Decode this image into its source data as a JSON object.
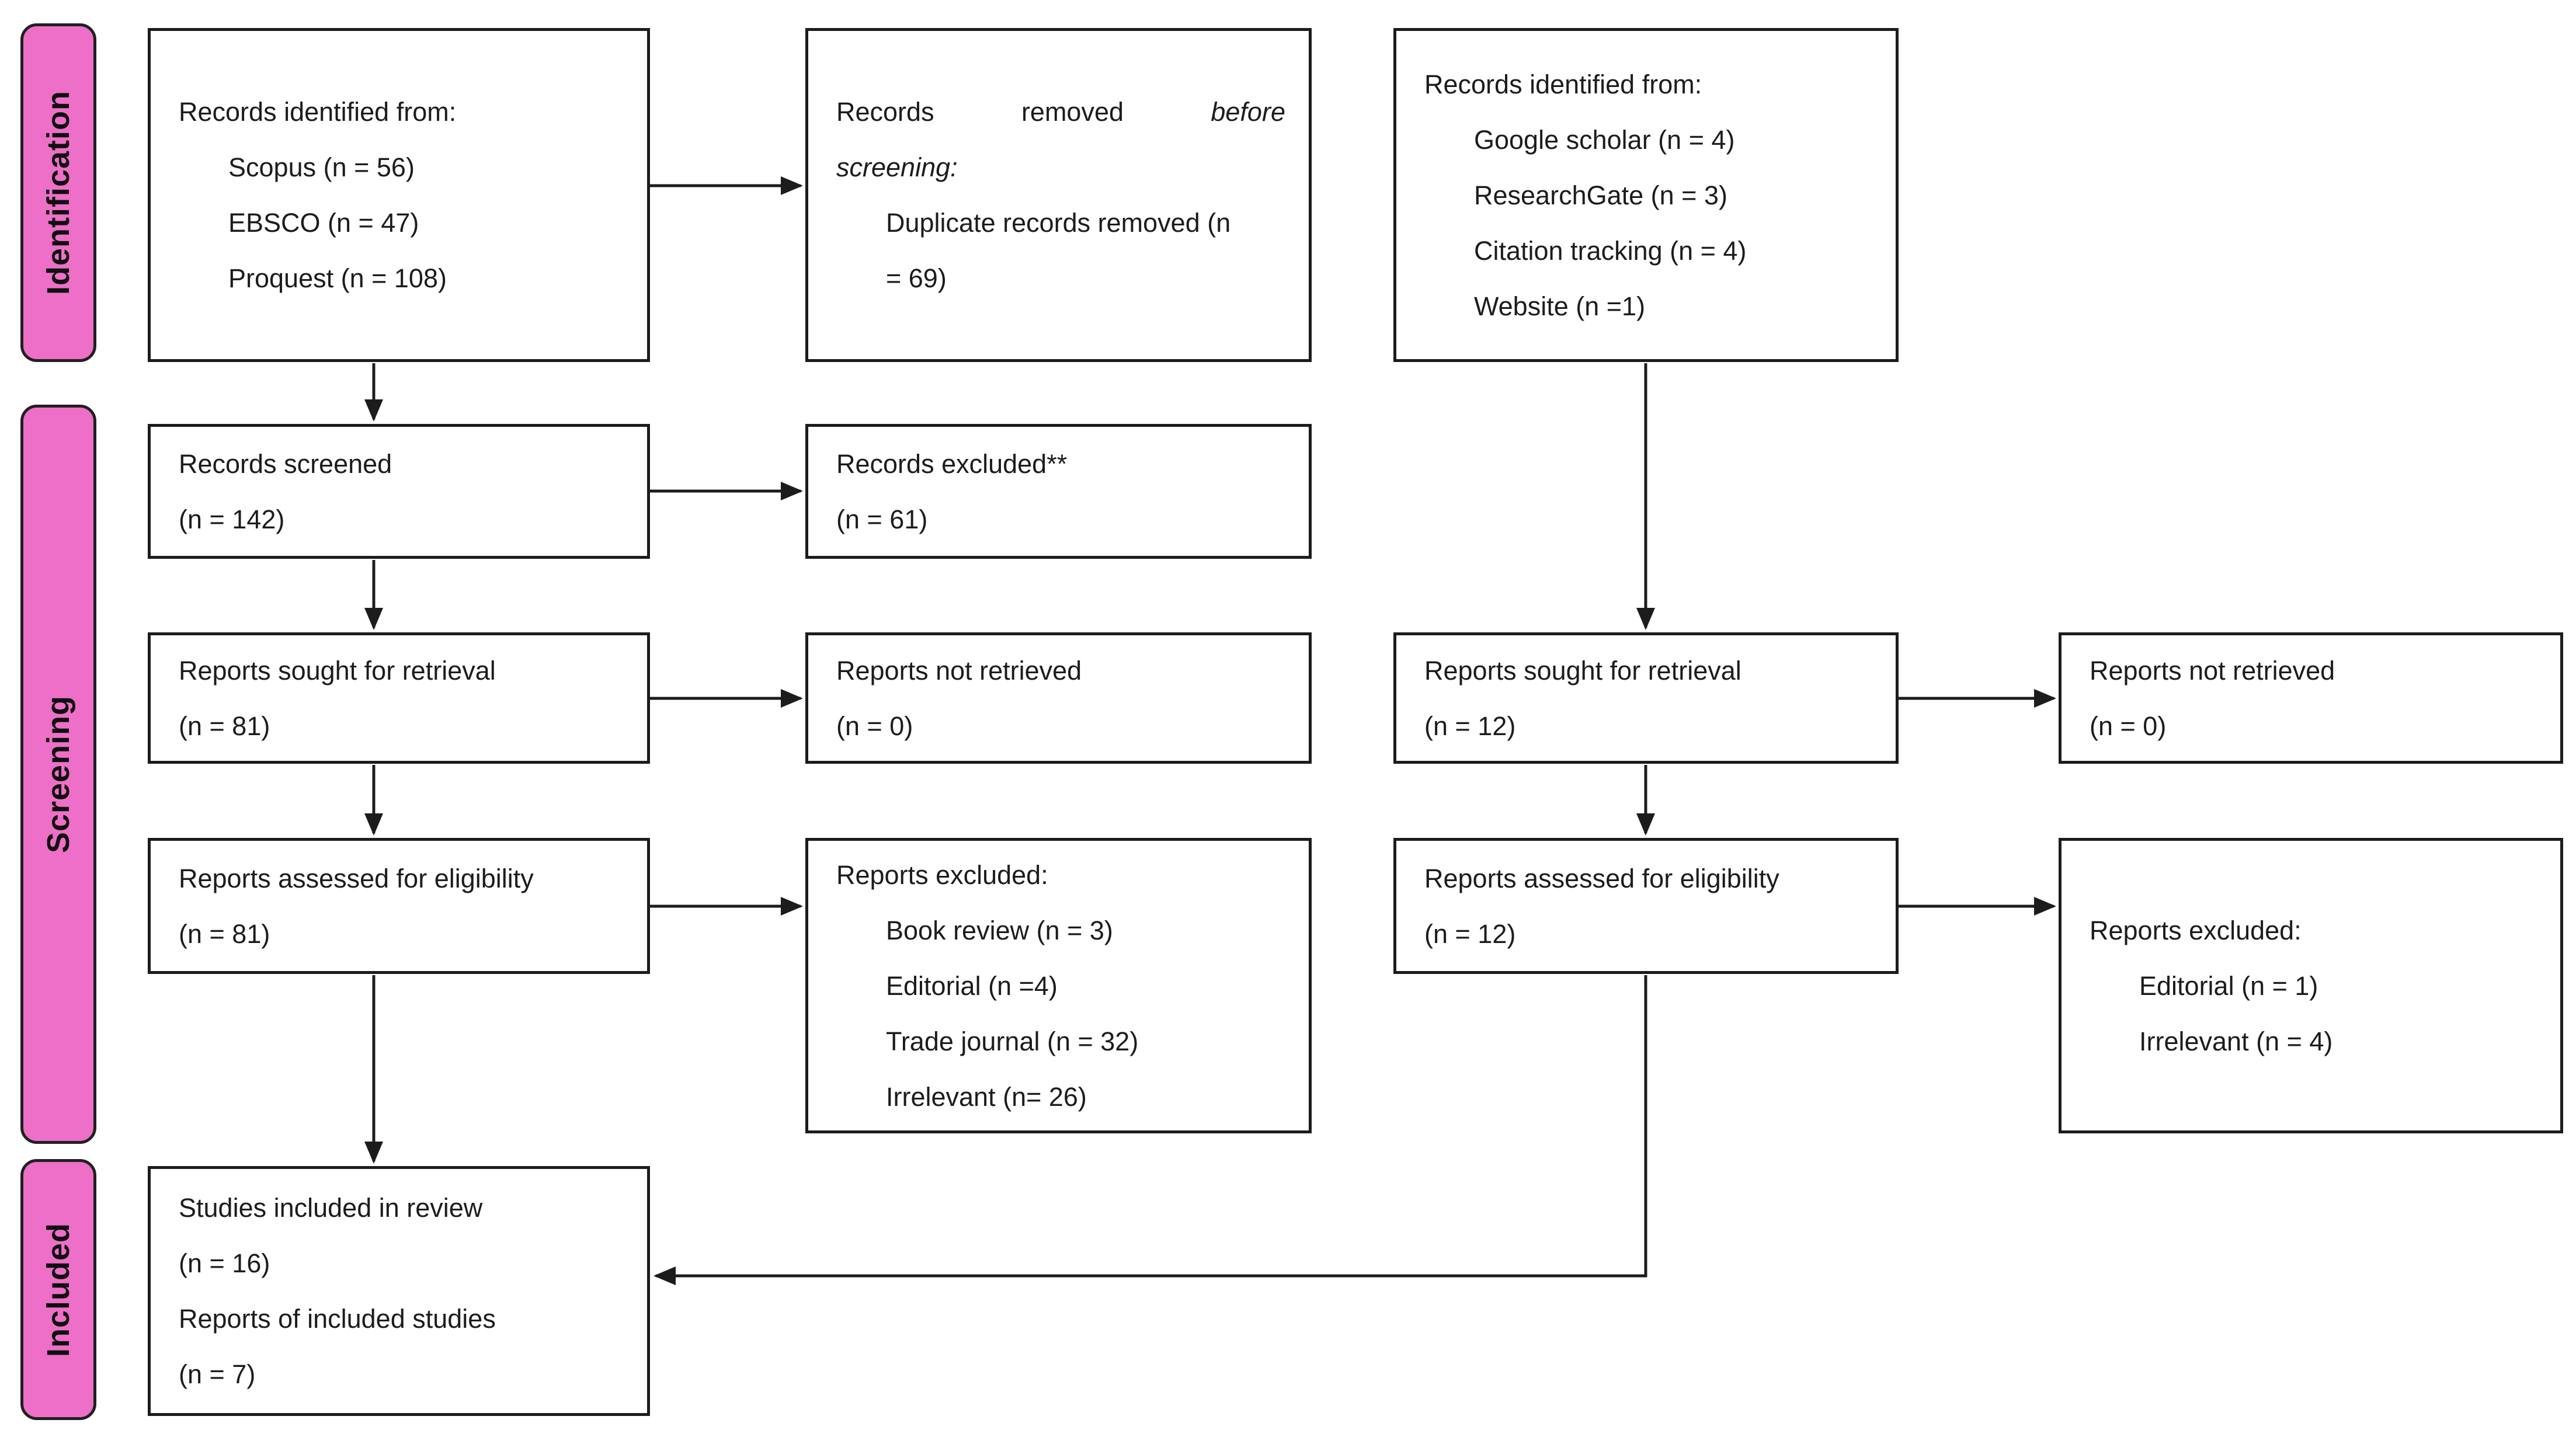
{
  "colors": {
    "pink": "#EE6FC7",
    "ink": "#1c1c1c"
  },
  "stages": {
    "identification": "Identification",
    "screening": "Screening",
    "included": "Included"
  },
  "boxes": {
    "records_identified_db": {
      "title": "Records identified from:",
      "items": [
        "Scopus (n = 56)",
        "EBSCO (n = 47)",
        "Proquest (n = 108)"
      ]
    },
    "records_removed": {
      "line1_words": [
        "Records",
        "removed",
        "before"
      ],
      "line2": "screening:",
      "item_line1": "Duplicate records removed (n",
      "item_line2": "= 69)"
    },
    "records_identified_other": {
      "title": "Records identified from:",
      "items": [
        "Google scholar (n = 4)",
        "ResearchGate (n = 3)",
        "Citation tracking (n = 4)",
        "Website (n =1)"
      ]
    },
    "records_screened": {
      "lines": [
        "Records screened",
        "(n = 142)"
      ]
    },
    "records_excluded": {
      "lines": [
        "Records excluded**",
        "(n = 61)"
      ]
    },
    "reports_sought_db": {
      "lines": [
        "Reports sought for retrieval",
        "(n = 81)"
      ]
    },
    "reports_not_retrieved_db": {
      "lines": [
        "Reports not retrieved",
        "(n = 0)"
      ]
    },
    "reports_sought_other": {
      "lines": [
        "Reports sought for retrieval",
        "(n = 12)"
      ]
    },
    "reports_not_retrieved_other": {
      "lines": [
        "Reports not retrieved",
        "(n = 0)"
      ]
    },
    "reports_assessed_db": {
      "lines": [
        "Reports assessed for eligibility",
        "(n = 81)"
      ]
    },
    "reports_excluded_db": {
      "title": "Reports excluded:",
      "items": [
        "Book review (n = 3)",
        "Editorial (n =4)",
        "Trade journal (n = 32)",
        "Irrelevant (n= 26)"
      ]
    },
    "reports_assessed_other": {
      "lines": [
        "Reports assessed for eligibility",
        "(n = 12)"
      ]
    },
    "reports_excluded_other": {
      "title": "Reports excluded:",
      "items": [
        "Editorial (n = 1)",
        "Irrelevant (n = 4)"
      ]
    },
    "studies_included": {
      "lines": [
        "Studies included in review",
        "(n = 16)",
        "Reports of included studies",
        "(n = 7)"
      ]
    }
  }
}
